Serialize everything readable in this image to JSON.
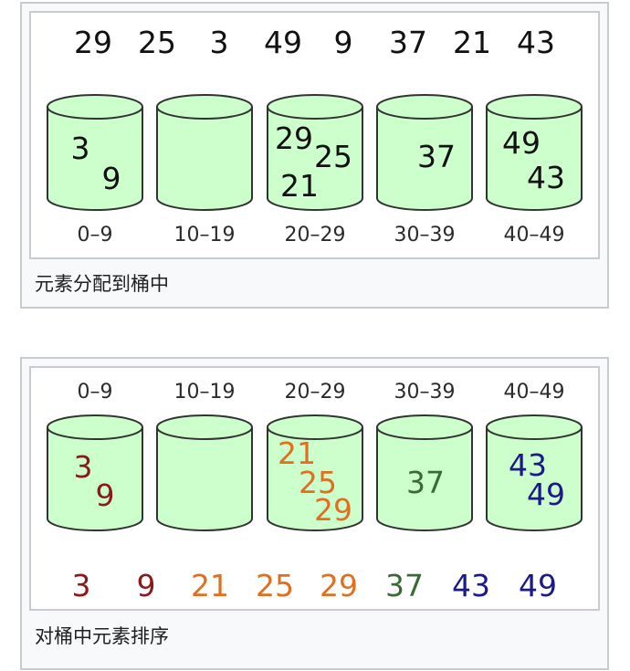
{
  "top_panel": {
    "input_sequence": [
      "29",
      "25",
      "3",
      "49",
      "9",
      "37",
      "21",
      "43"
    ],
    "bucket_ranges": [
      "0–9",
      "10–19",
      "20–29",
      "30–39",
      "40–49"
    ],
    "buckets": [
      [
        "3",
        "9"
      ],
      [],
      [
        "29",
        "25",
        "21"
      ],
      [
        "37"
      ],
      [
        "49",
        "43"
      ]
    ],
    "caption": "元素分配到桶中"
  },
  "bottom_panel": {
    "bucket_ranges": [
      "0–9",
      "10–19",
      "20–29",
      "30–39",
      "40–49"
    ],
    "buckets": [
      [
        "3",
        "9"
      ],
      [],
      [
        "21",
        "25",
        "29"
      ],
      [
        "37"
      ],
      [
        "43",
        "49"
      ]
    ],
    "output_sequence": [
      "3",
      "9",
      "21",
      "25",
      "29",
      "37",
      "43",
      "49"
    ],
    "caption": "对桶中元素排序"
  },
  "colors": {
    "bucket_fill": "#ccffcc",
    "bucket_stroke": "#333333",
    "bucket0": "#8b1a1a",
    "bucket2": "#e07020",
    "bucket3": "#3a6b35",
    "bucket4": "#1a1a8b",
    "input_text": "#111111"
  }
}
